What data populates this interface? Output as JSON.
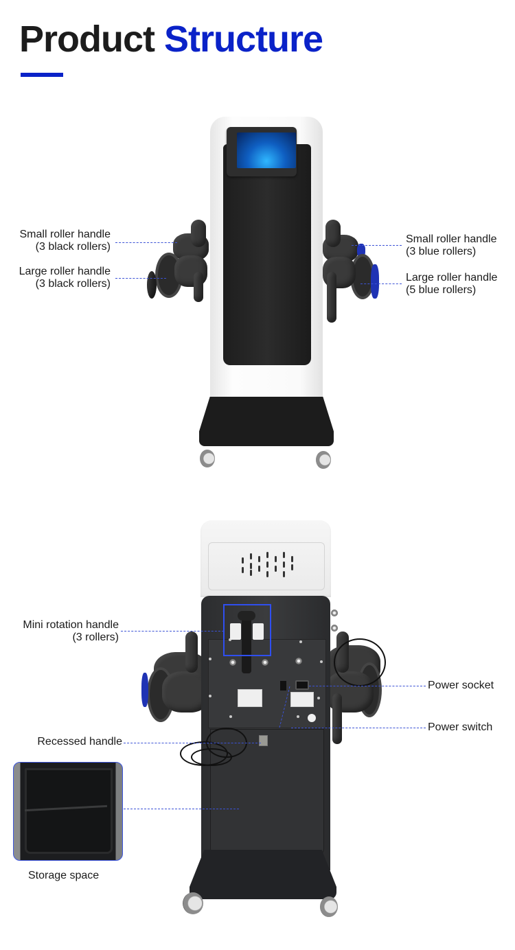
{
  "header": {
    "title_part1": "Product",
    "title_part2": "Structure",
    "accent_color": "#0a22c8"
  },
  "front_view": {
    "labels_left": [
      {
        "line1": "Small roller handle",
        "line2": "(3 black rollers)"
      },
      {
        "line1": "Large roller handle",
        "line2": "(3 black rollers)"
      }
    ],
    "labels_right": [
      {
        "line1": "Small roller handle",
        "line2": "(3 blue rollers)"
      },
      {
        "line1": "Large roller handle",
        "line2": "(5 blue rollers)"
      }
    ]
  },
  "back_view": {
    "labels_left": [
      {
        "line1": "Mini rotation handle",
        "line2": "(3 rollers)"
      },
      {
        "line1": "Recessed handle"
      }
    ],
    "labels_right": [
      {
        "line1": "Power socket"
      },
      {
        "line1": "Power switch"
      }
    ],
    "inset": {
      "caption": "Storage space"
    }
  },
  "colors": {
    "leader_line": "#3b52d6",
    "machine_dark": "#2c2d2f",
    "machine_white": "#f6f6f6"
  }
}
